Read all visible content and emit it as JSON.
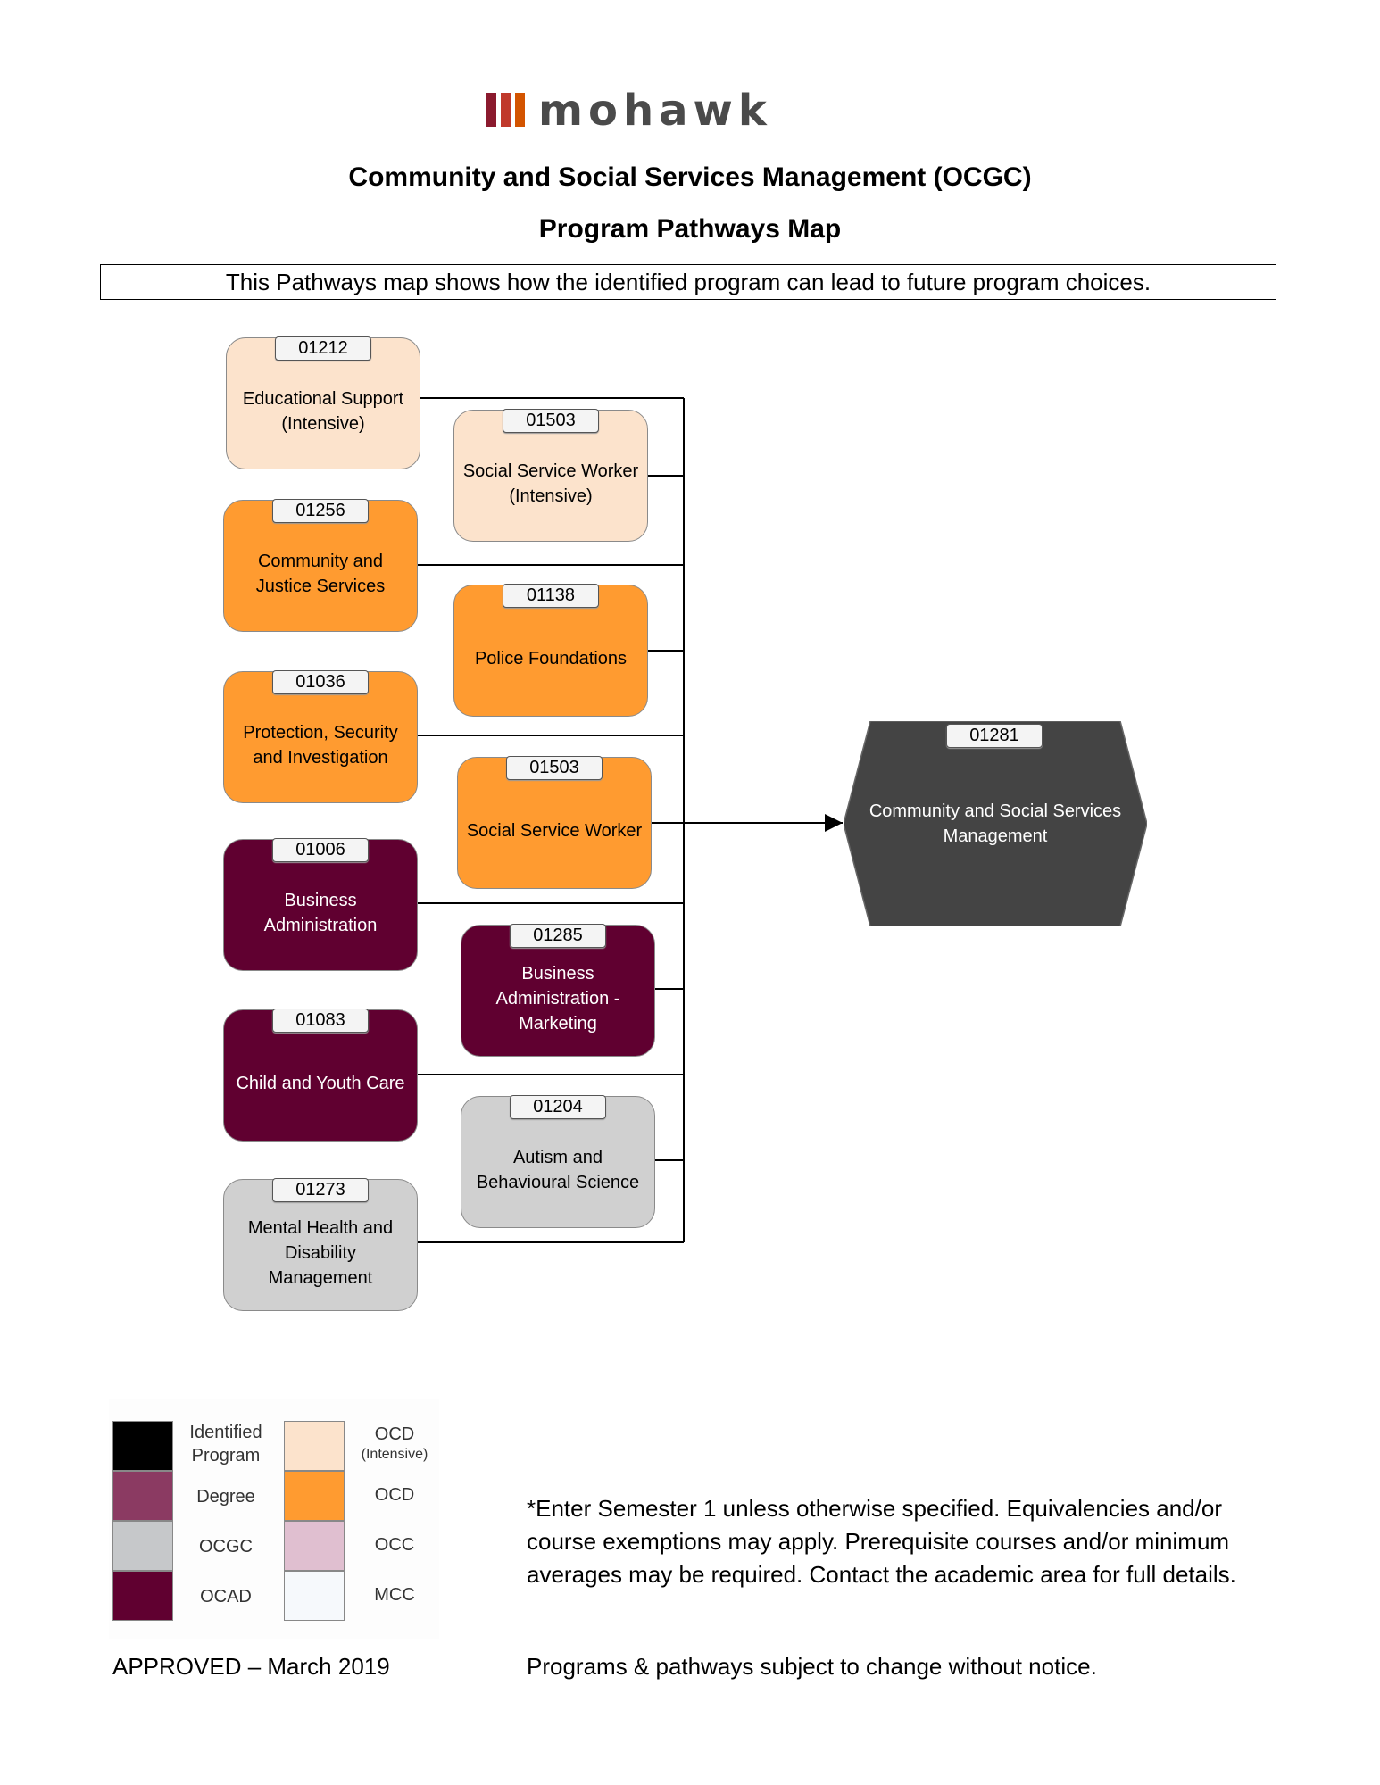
{
  "logo": {
    "text": "mohawk",
    "colors": [
      "#8b1a2e",
      "#c0392b",
      "#d35400"
    ],
    "text_color": "#4a4a4a"
  },
  "header": {
    "title": "Community and Social Services Management (OCGC)",
    "subtitle": "Program Pathways Map",
    "intro": "This Pathways map shows how the identified program can lead to future program choices."
  },
  "colors": {
    "ocd_intensive": "#fce3cc",
    "ocd": "#ff9b30",
    "ocad": "#600030",
    "ocgc": "#d0d0d0",
    "identified": "#444444",
    "degree": "#8b3a62",
    "occ": "#e0bfd0",
    "mcc": "#f6f9fc"
  },
  "programs": [
    {
      "code": "01212",
      "name": "Educational Support (Intensive)",
      "category": "ocd-int"
    },
    {
      "code": "01503",
      "name": "Social Service Worker (Intensive)",
      "category": "ocd-int"
    },
    {
      "code": "01256",
      "name": "Community and Justice Services",
      "category": "ocd"
    },
    {
      "code": "01138",
      "name": "Police Foundations",
      "category": "ocd"
    },
    {
      "code": "01036",
      "name": "Protection, Security and Investigation",
      "category": "ocd"
    },
    {
      "code": "01503",
      "name": "Social Service Worker",
      "category": "ocd"
    },
    {
      "code": "01006",
      "name": "Business Administration",
      "category": "ocad"
    },
    {
      "code": "01285",
      "name": "Business Administration - Marketing",
      "category": "ocad"
    },
    {
      "code": "01083",
      "name": "Child and Youth Care",
      "category": "ocad"
    },
    {
      "code": "01204",
      "name": "Autism and Behavioural Science",
      "category": "ocgc"
    },
    {
      "code": "01273",
      "name": "Mental Health and Disability Management",
      "category": "ocgc"
    }
  ],
  "target": {
    "code": "01281",
    "name": "Community and Social Services Management"
  },
  "legend": [
    {
      "label": "Identified Program"
    },
    {
      "label": "OCD",
      "sublabel": "(Intensive)"
    },
    {
      "label": "Degree"
    },
    {
      "label": "OCD"
    },
    {
      "label": "OCGC"
    },
    {
      "label": "OCC"
    },
    {
      "label": "OCAD"
    },
    {
      "label": "MCC"
    }
  ],
  "footer": {
    "note": "*Enter Semester 1 unless otherwise specified. Equivalencies and/or course exemptions may apply. Prerequisite courses and/or minimum averages may be required. Contact the academic area for full details.",
    "approved": "APPROVED – March 2019",
    "disclaimer": "Programs & pathways subject to change without notice."
  }
}
